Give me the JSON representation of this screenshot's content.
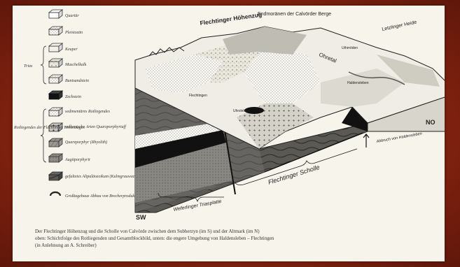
{
  "legend": {
    "items": [
      {
        "label": "Quartär"
      },
      {
        "label": "Pleistozän"
      },
      {
        "label": "Keuper"
      },
      {
        "label": "Muschelkalk"
      },
      {
        "label": "Buntsandstein"
      },
      {
        "label": "Zechstein"
      },
      {
        "label": "sedimentäres Rotliegendes"
      },
      {
        "label": "vulkanische Arten Quarzporphyrtuff"
      },
      {
        "label": "Quarzporphyr (Rhyolith)"
      },
      {
        "label": "Augitporphyrit"
      },
      {
        "label": "gefaltetes Altpaläozoikum (Kulmgrauwacken)"
      },
      {
        "label": "Großtagebaue Abbau von Brecherprodukten (Schotter, Splitt)"
      }
    ],
    "trias_label": "Trias",
    "rotliegendes_label": "Rotliegendes der Flechtinger Höhenzuges"
  },
  "block": {
    "labels": {
      "flechtinger_hoehenzug": "Flechtinger Höhenzug",
      "endmoraenen": "Endmoränen der Calvörder Berge",
      "letzlinger_heide": "Letzlinger Heide",
      "ohretal": "Ohretal",
      "uthmoeden": "Uthmöden",
      "haldensleben": "Haldensleben",
      "flechtingen": "Flechtingen",
      "uhrsleben": "Uhrsleben",
      "ndo": "NO",
      "sw": "SW",
      "abbruch": "Abbruch von Haldensleben",
      "scholle": "Flechtinger Scholle",
      "weferlinger": "Weferlinger Triasplatte"
    }
  },
  "caption": {
    "line1": "Der Flechtinger Höhenzug und die Scholle von Calvörde zwischen dem Subherzyn (im S) und der Altmark (im N)",
    "line2": "oben: Schichtfolge des Rotliegenden und Gesamtblockbild, unten: die engere Umgebung von Haldensleben – Flechtingen",
    "line3": "(in Anlehnung an A. Schreiber)"
  }
}
